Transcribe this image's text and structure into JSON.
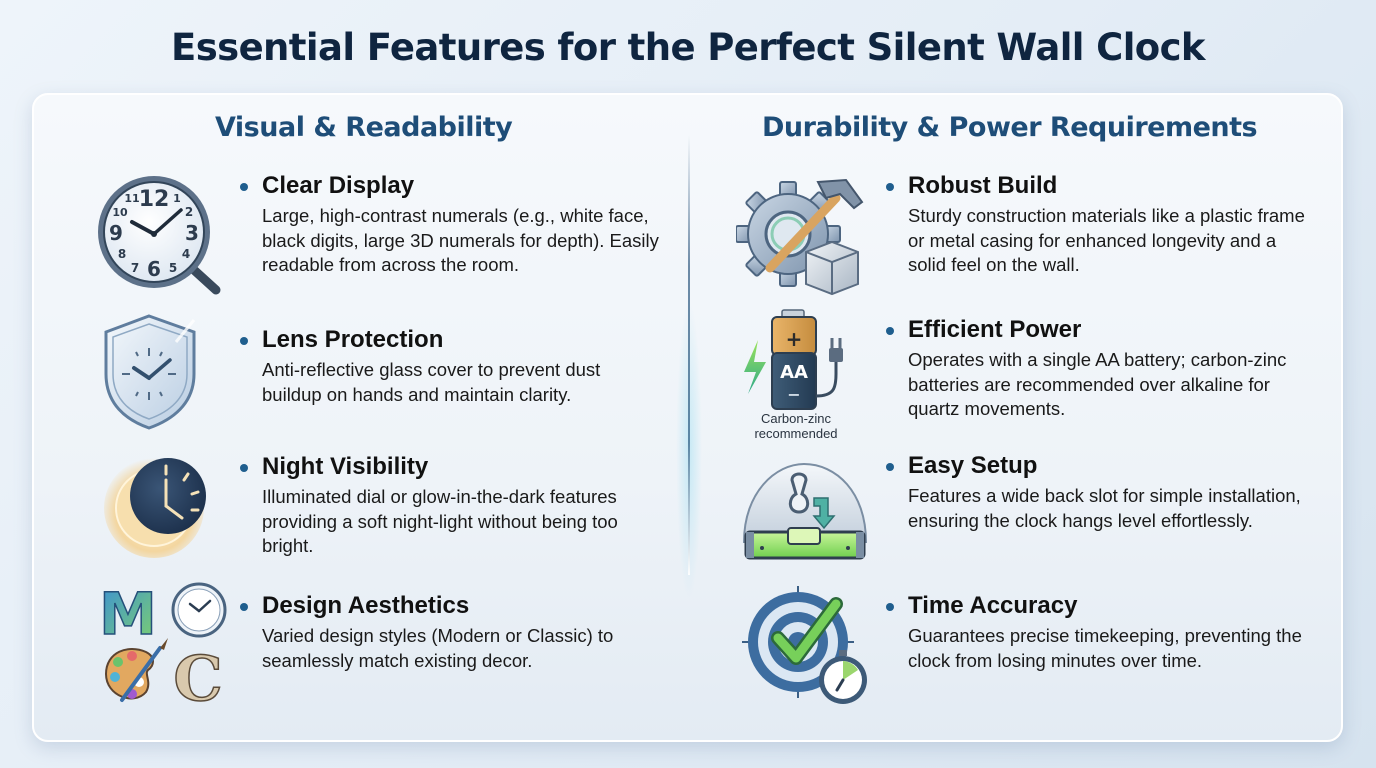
{
  "header": {
    "title": "Essential Features for the Perfect Silent Wall Clock"
  },
  "columns": [
    {
      "title": "Visual & Readability",
      "features": [
        {
          "icon": "clock-magnifier-icon",
          "heading": "Clear Display",
          "description": "Large, high-contrast numerals (e.g., white face, black digits, large 3D numerals for depth). Easily readable from across the room.",
          "icon_numerals": [
            "12",
            "1",
            "2",
            "3",
            "4",
            "5",
            "6",
            "7",
            "8",
            "9",
            "10",
            "11"
          ]
        },
        {
          "icon": "shield-clock-icon",
          "heading": "Lens Protection",
          "description": "Anti-reflective glass cover to prevent dust buildup on hands and maintain clarity."
        },
        {
          "icon": "moon-clock-icon",
          "heading": "Night Visibility",
          "description": "Illuminated dial or glow-in-the-dark features providing a soft night-light without being too bright."
        },
        {
          "icon": "design-styles-icon",
          "heading": "Design Aesthetics",
          "description": "Varied design styles (Modern or Classic) to seamlessly match existing decor.",
          "icon_letters": [
            "M",
            "C"
          ]
        }
      ]
    },
    {
      "title": "Durability & Power Requirements",
      "features": [
        {
          "icon": "gear-hammer-cube-icon",
          "heading": "Robust Build",
          "description": "Sturdy construction materials like a plastic frame or metal casing for enhanced longevity and a solid feel on the wall."
        },
        {
          "icon": "battery-aa-icon",
          "heading": "Efficient Power",
          "description": "Operates with a single AA battery; carbon-zinc batteries are recommended over alkaline for quartz movements.",
          "icon_label": "AA",
          "icon_plus": "+",
          "icon_minus": "−",
          "caption_line1": "Carbon-zinc",
          "caption_line2": "recommended"
        },
        {
          "icon": "wall-mount-level-icon",
          "heading": "Easy Setup",
          "description": "Features a wide back slot for simple installation, ensuring the clock hangs level effortlessly."
        },
        {
          "icon": "target-check-stopwatch-icon",
          "heading": "Time Accuracy",
          "description": "Guarantees precise timekeeping, preventing the clock from losing minutes over time."
        }
      ]
    }
  ],
  "colors": {
    "title": "#0f2540",
    "section_title": "#1e4d78",
    "bullet": "#1f5e8e",
    "body_text": "#1a1a1a",
    "background": "#e4edf6"
  }
}
